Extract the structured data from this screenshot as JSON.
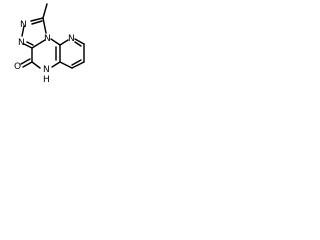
{
  "structure": {
    "atoms": {
      "n_triazole_top_left": "N",
      "n_triazole_mid_left": "N",
      "n_bridgehead": "N",
      "n_pyridine": "N",
      "o_carbonyl": "O",
      "nh_lactam": "N",
      "h_lactam": "H"
    }
  },
  "colors": {
    "bond": "#000000",
    "text": "#000000",
    "background": "#ffffff"
  }
}
